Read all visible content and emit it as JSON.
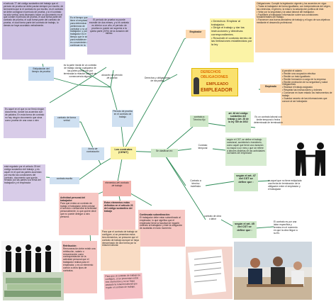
{
  "center": {
    "title": "Los contratos\n(CENIT)"
  },
  "left_top": {
    "article_77": "el artículo 77 del código sustantivo del trabajo que el período de prueba se debe pactar siempre por escrito, de tal manera que si el contrato es por escrito, es el contrato se debe consignar el período de prueba, y si el contrato ha sido verbal, será necesario hacer un documento en el que conste el período de prueba, el cual forma parte del contrato de prueba, el cual forma parte del contrato de prueba, el cual forma parte del contrato de trabajo, lo demás se haya acordado verbalmente.",
    "employer_test": "Es el tiempo que tiene el empleador para determinar la pertinencia de contratar o no al trabajador, y para el trabajador es el tiempo que le sirve para establecer si es conveniente o no continuar en la empresa.",
    "test_duration": "El período de prueba no puede exceder de dos meses, y si el contrato es inferior a un año, el período de prueba no puede ser superior a la quinta parte (20%) de la duración del mismo.",
    "stipulation": "Estipulación del tiempo de prueba",
    "initial_part": "es la parte inicial de un contrato de trabajo donde cualquiera de las partes puede dar por terminada la relación laboral sin consecuencia alguna",
    "duration": "duración de período de prueba",
    "period": "Período de prueba en el contrato de trabajo"
  },
  "left_mid": {
    "verbal_desc": "Es aquel en el que no se firmó ningún documento, donde los acuerdos son de palabra. En esta forma de contrato no hay ningún documento que sirva como prueba de una cosa u otra",
    "verbal": "contrato de forma verbal",
    "forms": "forma de contratación",
    "written_desc": "está regulado por el artículo 39 del código sustantivo del trabajo, y es aquel en el que las partes acuerdan por escrito las condiciones del contrato, documento que queda firmado por las partes a la firma del trabajador y el empleador",
    "written": "contrato escrito"
  },
  "elements": {
    "title": "elementos del contrato de trabajo",
    "activity_title": "Actividad personal del trabajador:",
    "activity": "Para que exista un contrato de trabajo el trabajador debe prestar el servicio o desarrollar la actividad personalmente, lo que quiere decir que no puede delegar a otra persona.",
    "three_title": "Estos elementos están definidos en el artículo 23 del código sustantivo del trabajo",
    "subordination_title": "Continuada subordinación:",
    "subordination": "El trabajador debe estar subordinado al empleador, lo que significa que el empleador tiene la facultad de impartir órdenes al trabajador y éste la obligación de acatarlas en todo momento",
    "remuneration_title": "Retribución:",
    "remuneration": "Remuneración debe existir una retribución, salario o remuneración como contraprestación de la actividad personal que el trabajador realiza para el empleador, y es un elemento común a otros tipos de contratos.",
    "same_time": "Para que el contrato de trabajo se configure, si se presentan estos tres elementos, se presume que el contrato de trabajo aunque se haya denominado de otra forma por la relación laboral.",
    "sticky": "Para que el contrato de trabajo se configure, si se presentan estos tres elementos y no se haya pactado la relación laboral que regule el contrato de trabajo."
  },
  "right": {
    "rights_duties": "Derechos y obligaciones de las partes",
    "employer": "Empleador",
    "employer_list": "• Derechos: Emplear al trabajador.\n• Dirigir el trabajo y dar las instrucciones y directivas correspondientes.\n• Rescindir el contrato dentro de las limitaciones establecidas por la ley",
    "obligations_employer": "Obligaciones: Cumplir la legislación vigente y los acuerdos en vigor.\n• Tratar al trabajador de forma igualitaria, con independencia del origen, las creencias, el género, la edad o la adscripción política de éste.\n• Velar por la seguridad y la salud laboral del trabajador.\n• Facilitarle al trabajador información sobre sus condiciones fundamentales del trabajo.\n• Favorecer una buena atmósfera de trabajo y el logro de sus objetivos mediante el desarrollo profesional.",
    "badge_line1": "DERECHOS",
    "badge_line2": "OBLIGACIONES",
    "badge_line3": "EMPLEADO",
    "badge_line4": "EMPLEADOR",
    "employee": "Empleado",
    "employee_list": "A percibir el salario\n• Recibir una ocupación efectiva\n• Recibir un trato igualitario\n• Recibir formación a cargo de la empresa\n• Recibir protección de su seguridad y salud\nObligaciones\n• Realizar el trabajo asignado\n• Respetar las instrucciones y órdenes\n• Conservar en buen estado los instrumentos de trabajo\n• Guardar secreto de las informaciones que conoce al ser trabajador.",
    "classified": "Se clasifican en:",
    "fixed": "contrato a Término fijo",
    "art46": "art. 46 del código sustantivo del trabajo y Art. 28 de la ley 789 de 2002",
    "fixed_desc": "Es un contrato laboral con límite temporal o fecha determinada de terminación",
    "temporary": "Contrato temporal",
    "art6": "según el CST, se define el trabajo ocasional, accidental o transitorio, como aquel que tiene una duración no mayor a un mes y que se refiere a labores distintas de las actividades normales del empleador",
    "indefinite": "Contrato a término indefinido",
    "art47": "según el art. 47 del CST se define que :",
    "art47_desc": "es aquel que no tiene estipulada una fecha de terminación de la obligación entre el empleador y el trabajador",
    "piece": "contrato de obra o labor",
    "art45": "según el art. 45 del CST se define que :",
    "art45_desc": "El contrato es por una labor específica y termina en el momento en que la obra llegue a su fin."
  },
  "colors": {
    "line": "#2e8b57",
    "lavender": "#cfc3e3",
    "blue": "#cfe0f1",
    "green": "#cfe8c9",
    "yellow": "#fbf3a6",
    "orange": "#fcd9b0",
    "pink": "#f6c7c3"
  }
}
